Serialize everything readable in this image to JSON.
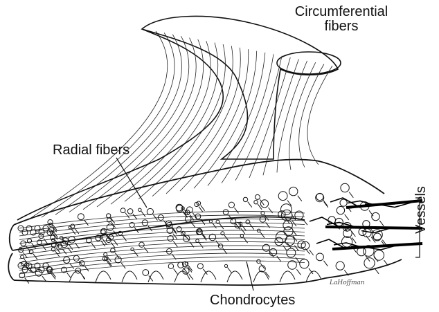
{
  "labels": {
    "circumferential": [
      "Circumferential",
      "fibers"
    ],
    "radial": "Radial fibers",
    "chondrocytes": "Chondrocytes",
    "vessels": "Vessels"
  },
  "signature": "LaHoffman",
  "colors": {
    "ink": "#111111",
    "paper": "#ffffff"
  }
}
